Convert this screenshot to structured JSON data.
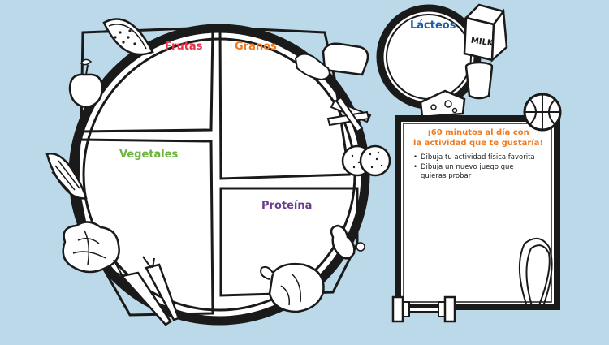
{
  "plate": {
    "sections": [
      {
        "key": "frutas",
        "label": "Frutas",
        "color": "#e8334a"
      },
      {
        "key": "granos",
        "label": "Granos",
        "color": "#f07a22"
      },
      {
        "key": "vegetales",
        "label": "Vegetales",
        "color": "#6cb33f"
      },
      {
        "key": "proteina",
        "label": "Proteína",
        "color": "#6a3b8f"
      }
    ]
  },
  "dairy": {
    "label": "Lácteos",
    "color": "#1d5fa8"
  },
  "activity": {
    "title_line1": "¡60 minutos al día con",
    "title_line2": "la actividad que te gustaría!",
    "title_color": "#f07a22",
    "items": [
      "Dibuja tu actividad física favorita",
      "Dibuja un nuevo juego que",
      "quieras probar"
    ]
  },
  "icons": [
    "watermelon-icon",
    "apple-icon",
    "bread-icon",
    "pasta-icon",
    "crackers-icon",
    "corn-icon",
    "lettuce-icon",
    "carrot-icon",
    "chicken-icon",
    "peanut-icon",
    "milk-carton-icon",
    "cup-icon",
    "cheese-icon",
    "basketball-icon",
    "jump-rope-icon",
    "dumbbell-icon"
  ],
  "milk_text": "MILK"
}
